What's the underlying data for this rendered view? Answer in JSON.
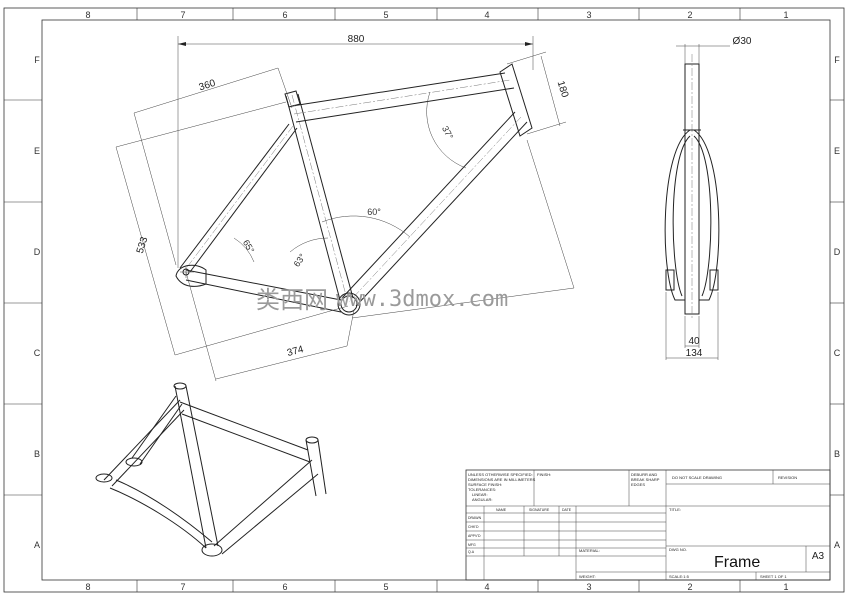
{
  "sheet": {
    "zones_top": [
      "8",
      "7",
      "6",
      "5",
      "4",
      "3",
      "2",
      "1"
    ],
    "zones_bottom": [
      "8",
      "7",
      "6",
      "5",
      "4",
      "3",
      "2",
      "1"
    ],
    "zones_left": [
      "F",
      "E",
      "D",
      "C",
      "B",
      "A"
    ],
    "zones_right": [
      "F",
      "E",
      "D",
      "C",
      "B",
      "A"
    ]
  },
  "dimensions": {
    "top_length": "880",
    "top_tube": "360",
    "head_tube": "180",
    "seat_tube": "533",
    "chainstay": "374",
    "tube_dia": "Ø30",
    "bb_inner": "40",
    "bb_outer": "134"
  },
  "angles": {
    "head_top": "37°",
    "down_seat": "60°",
    "seat_chain": "63°",
    "seat_stay": "65°"
  },
  "watermark": {
    "cn": "类西网",
    "url": "www.3dmox.com"
  },
  "title_block": {
    "notes": [
      "UNLESS OTHERWISE SPECIFIED:",
      "DIMENSIONS ARE IN MILLIMETERS",
      "SURFACE FINISH:",
      "TOLERANCES:",
      "LINEAR:",
      "ANGULAR:"
    ],
    "finish": "FINISH:",
    "deburr": [
      "DEBURR AND",
      "BREAK SHARP",
      "EDGES"
    ],
    "do_not_scale": "DO NOT SCALE DRAWING",
    "revision": "REVISION",
    "col_name": "NAME",
    "col_signature": "SIGNATURE",
    "col_date": "DATE",
    "rows": [
      "DRAWN",
      "CHK'D",
      "APPV'D",
      "MFG",
      "Q.A"
    ],
    "title_label": "TITLE:",
    "material_label": "MATERIAL:",
    "dwg_no_label": "DWG NO.",
    "part_name": "Frame",
    "size": "A3",
    "weight_label": "WEIGHT:",
    "scale_label": "SCALE:1:5",
    "sheet_label": "SHEET 1 OF 1"
  }
}
